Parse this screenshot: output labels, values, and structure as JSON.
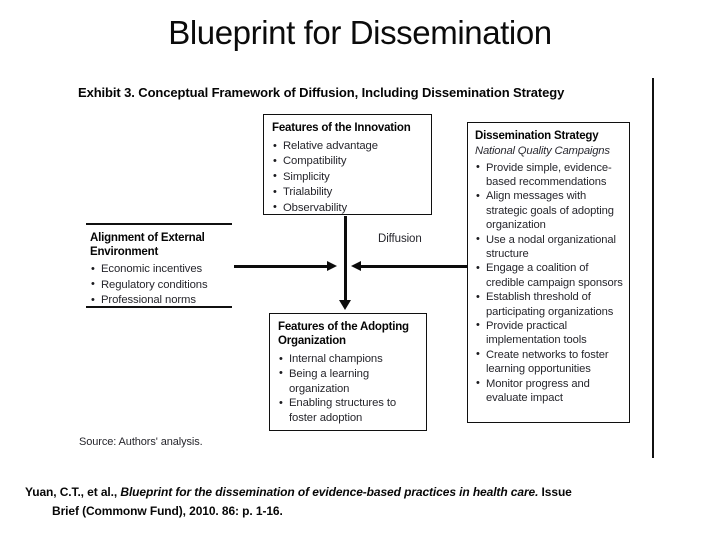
{
  "slide_title": "Blueprint for Dissemination",
  "exhibit": {
    "heading": "Exhibit 3. Conceptual Framework of Diffusion, Including Dissemination Strategy",
    "source_note": "Source: Authors' analysis.",
    "diffusion_label": "Diffusion",
    "innovation_box": {
      "title": "Features of the Innovation",
      "items": [
        "Relative advantage",
        "Compatibility",
        "Simplicity",
        "Trialability",
        "Observability"
      ]
    },
    "external_box": {
      "title_line1": "Alignment of External",
      "title_line2": "Environment",
      "items": [
        "Economic incentives",
        "Regulatory conditions",
        "Professional norms"
      ]
    },
    "adopting_box": {
      "title_line1": "Features of the Adopting",
      "title_line2": "Organization",
      "items": [
        "Internal champions",
        "Being a learning organization",
        "Enabling structures to foster adoption"
      ]
    },
    "strategy_box": {
      "title": "Dissemination Strategy",
      "subtitle": "National Quality Campaigns",
      "items": [
        "Provide simple, evidence-based recommendations",
        "Align messages with strategic goals of adopting organization",
        "Use a nodal organizational structure",
        "Engage a coalition of credible campaign sponsors",
        "Establish threshold of participating organizations",
        "Provide practical implementation tools",
        "Create networks to foster learning opportunities",
        "Monitor progress and evaluate impact"
      ]
    }
  },
  "citation": {
    "line1_author": "Yuan, C.T., et al., ",
    "line1_title": "Blueprint for the dissemination of evidence-based practices in health care.",
    "line1_tail": " Issue",
    "line2_main": "Brief (Commonw Fund), 2010. ",
    "line2_volume": "86",
    "line2_tail": ": p. 1-16."
  },
  "colors": {
    "ink": "#000000",
    "background": "#ffffff"
  }
}
